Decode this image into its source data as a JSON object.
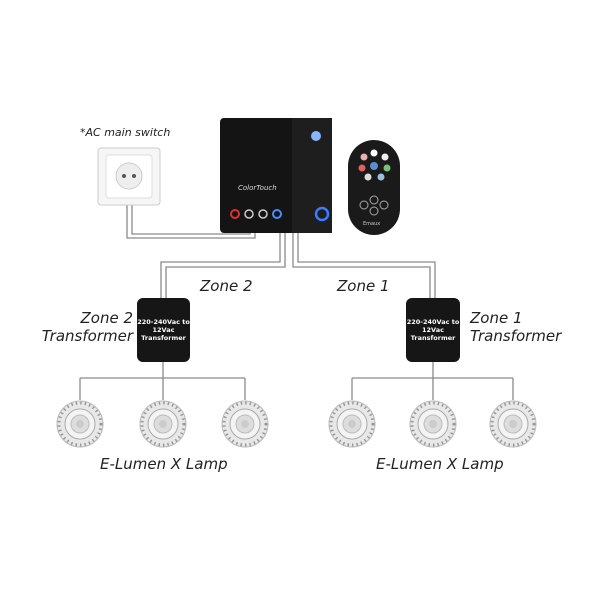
{
  "switch": {
    "label": "*AC main switch"
  },
  "controller": {
    "brand": "ColorTouch",
    "remote_brand": "Emaux"
  },
  "zones": [
    {
      "wire_label": "Zone 2",
      "transformer_label_line1": "Zone 2",
      "transformer_label_line2": "Transformer",
      "transformer_text": "220-240Vac to 12Vac Transformer",
      "lamp_label": "E-Lumen X Lamp"
    },
    {
      "wire_label": "Zone 1",
      "transformer_label_line1": "Zone 1",
      "transformer_label_line2": "Transformer",
      "transformer_text": "220-240Vac to 12Vac Transformer",
      "lamp_label": "E-Lumen X Lamp"
    }
  ],
  "colors": {
    "wire": "#9a9a9a",
    "device": "#161616",
    "accent_blue": "#3a7bff"
  }
}
